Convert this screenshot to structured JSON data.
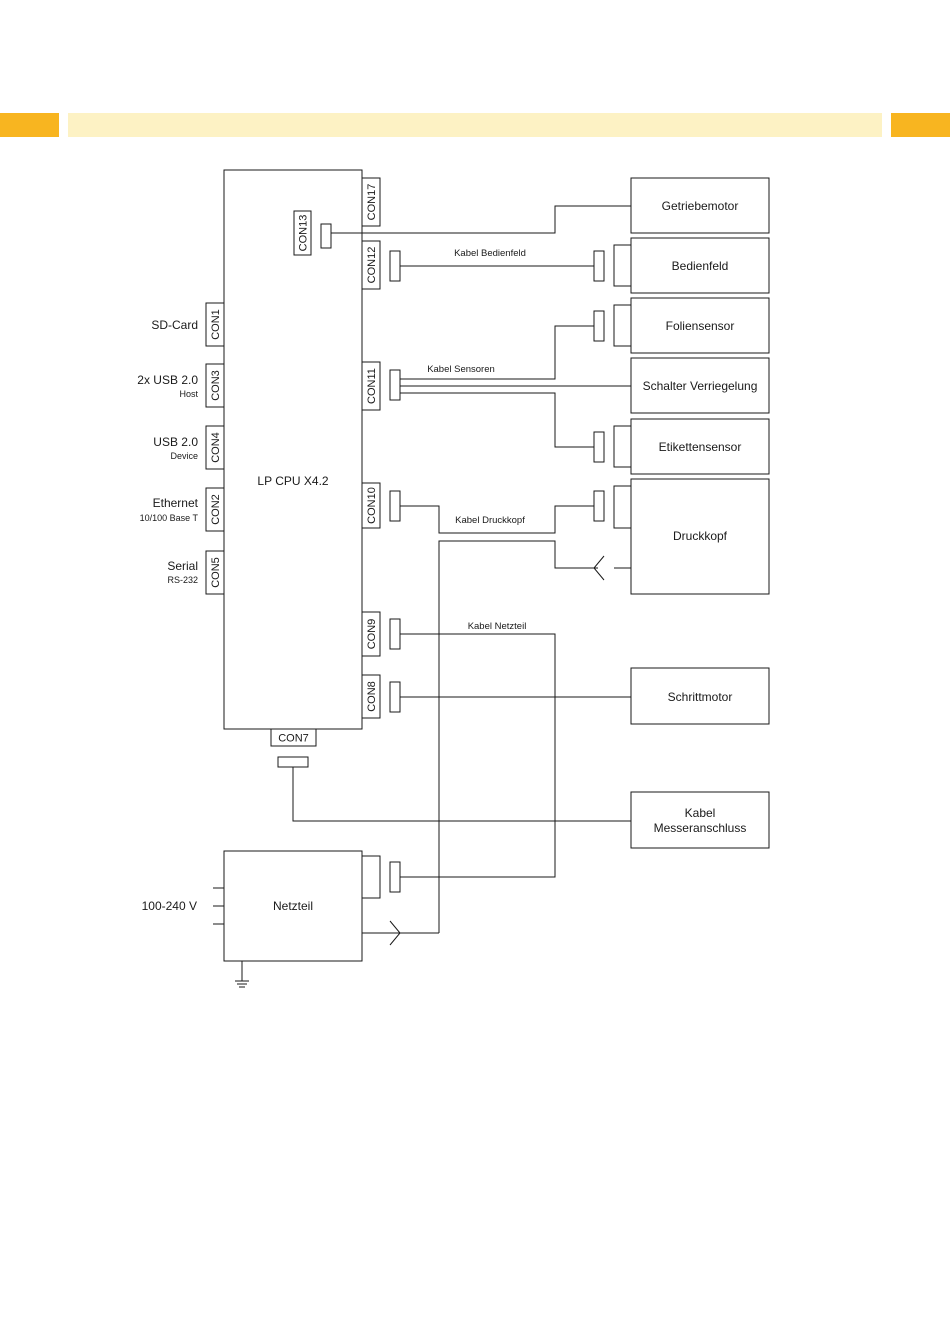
{
  "board": {
    "label": "LP CPU X4.2"
  },
  "power_supply": {
    "label": "Netzteil",
    "input_label": "100-240 V"
  },
  "left_connectors": [
    {
      "con": "CON1",
      "label": "SD-Card",
      "sub": ""
    },
    {
      "con": "CON3",
      "label": "2x USB 2.0",
      "sub": "Host"
    },
    {
      "con": "CON4",
      "label": "USB 2.0",
      "sub": "Device"
    },
    {
      "con": "CON2",
      "label": "Ethernet",
      "sub": "10/100 Base T"
    },
    {
      "con": "CON5",
      "label": "Serial",
      "sub": "RS-232"
    }
  ],
  "right_connectors": [
    "CON17",
    "CON12",
    "CON11",
    "CON10",
    "CON9",
    "CON8"
  ],
  "inner_connector": "CON13",
  "bottom_connector": "CON7",
  "components": [
    "Getriebemotor",
    "Bedienfeld",
    "Foliensensor",
    "Schalter Verriegelung",
    "Etikettensensor",
    "Druckkopf",
    "Schrittmotor",
    "Kabel",
    "Messeranschluss"
  ],
  "cables": {
    "bedienfeld": "Kabel Bedienfeld",
    "sensoren": "Kabel Sensoren",
    "druckkopf": "Kabel Druckkopf",
    "netzteil": "Kabel Netzteil"
  }
}
